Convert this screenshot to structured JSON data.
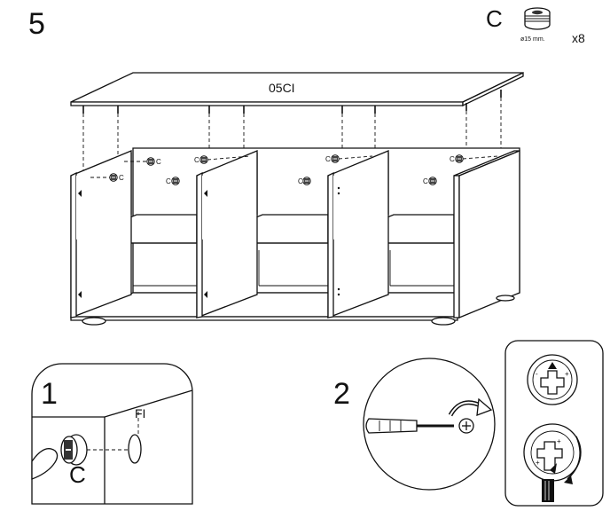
{
  "step_number": "5",
  "parts": {
    "letter": "C",
    "size_label": "ø15 mm.",
    "quantity": "x8",
    "cam_icon": "cam-lock-icon"
  },
  "board_label": "05CI",
  "cam_label": "C",
  "detail1": {
    "number": "1",
    "part_label": "C",
    "hole_label": "FI"
  },
  "detail2": {
    "number": "2",
    "tool_icon": "screwdriver-icon"
  }
}
